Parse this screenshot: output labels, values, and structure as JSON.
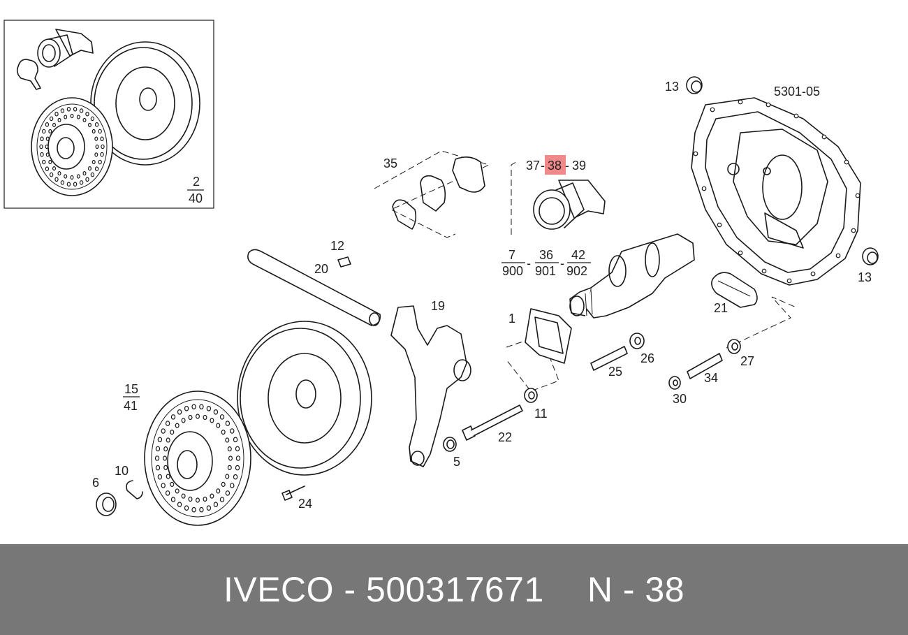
{
  "diagram": {
    "group_code": "5301-05",
    "inset_ref": {
      "top": "2",
      "bottom": "40"
    },
    "highlight_color": "#f08a8a",
    "callouts": {
      "c35": "35",
      "c37": "37",
      "c38": "38",
      "c39": "39",
      "c12": "12",
      "c20": "20",
      "c19": "19",
      "c1": "1",
      "c13a": "13",
      "c13b": "13",
      "c21": "21",
      "c7": "7",
      "c900": "900",
      "c36": "36",
      "c901": "901",
      "c42": "42",
      "c902": "902",
      "c15": "15",
      "c41": "41",
      "c10": "10",
      "c6": "6",
      "c24": "24",
      "c22": "22",
      "c5": "5",
      "c11": "11",
      "c25": "25",
      "c26": "26",
      "c27": "27",
      "c34": "34",
      "c30": "30"
    }
  },
  "footer": {
    "brand": "IVECO",
    "separator": "-",
    "part_number": "500317671",
    "position_label": "N",
    "position_value": "38"
  }
}
